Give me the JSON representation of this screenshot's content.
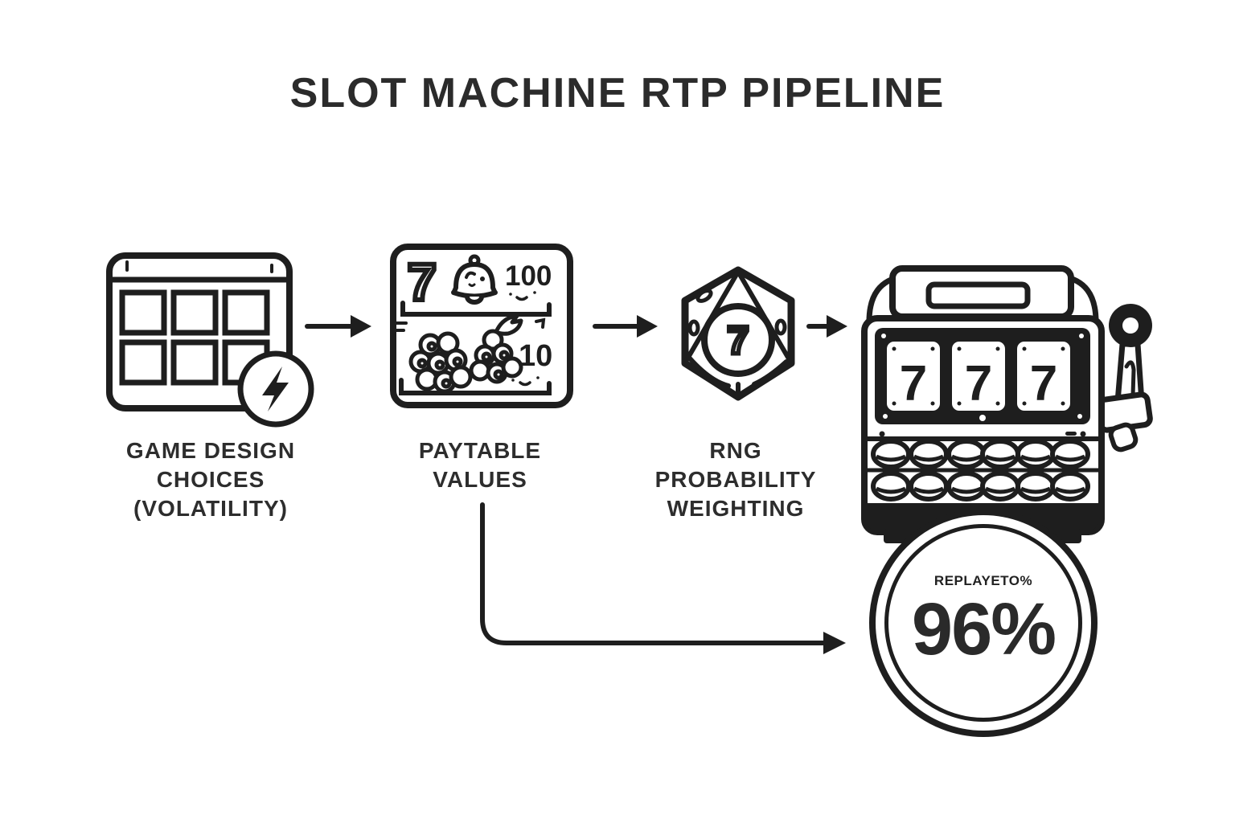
{
  "title": "SLOT MACHINE RTP PIPELINE",
  "steps": [
    {
      "name": "game-design",
      "lines": [
        "GAME DESIGN",
        "CHOICES",
        "(VOLATILITY)"
      ]
    },
    {
      "name": "paytable",
      "lines": [
        "PAYTABLE",
        "VALUES"
      ]
    },
    {
      "name": "rng",
      "lines": [
        "RNG",
        "PROBABILITY",
        "WEIGHTING"
      ]
    }
  ],
  "paytable_card": {
    "seven_symbol": "7",
    "bell_row_value": "100",
    "berry_row_value": "10"
  },
  "rng_die": {
    "face_value": "7"
  },
  "slot_machine": {
    "reels": [
      "7",
      "7",
      "7"
    ]
  },
  "rtp_badge": {
    "caption": "REPLAYETO%",
    "value": "96%"
  },
  "icons": {
    "step1": "app-grid-lightning-icon",
    "step2": "paytable-card-icon",
    "step3": "d20-die-icon",
    "step4": "slot-machine-icon",
    "result": "rtp-percent-badge"
  },
  "colors": {
    "ink": "#1e1e1e",
    "text": "#2d2d2d",
    "background": "#ffffff"
  }
}
